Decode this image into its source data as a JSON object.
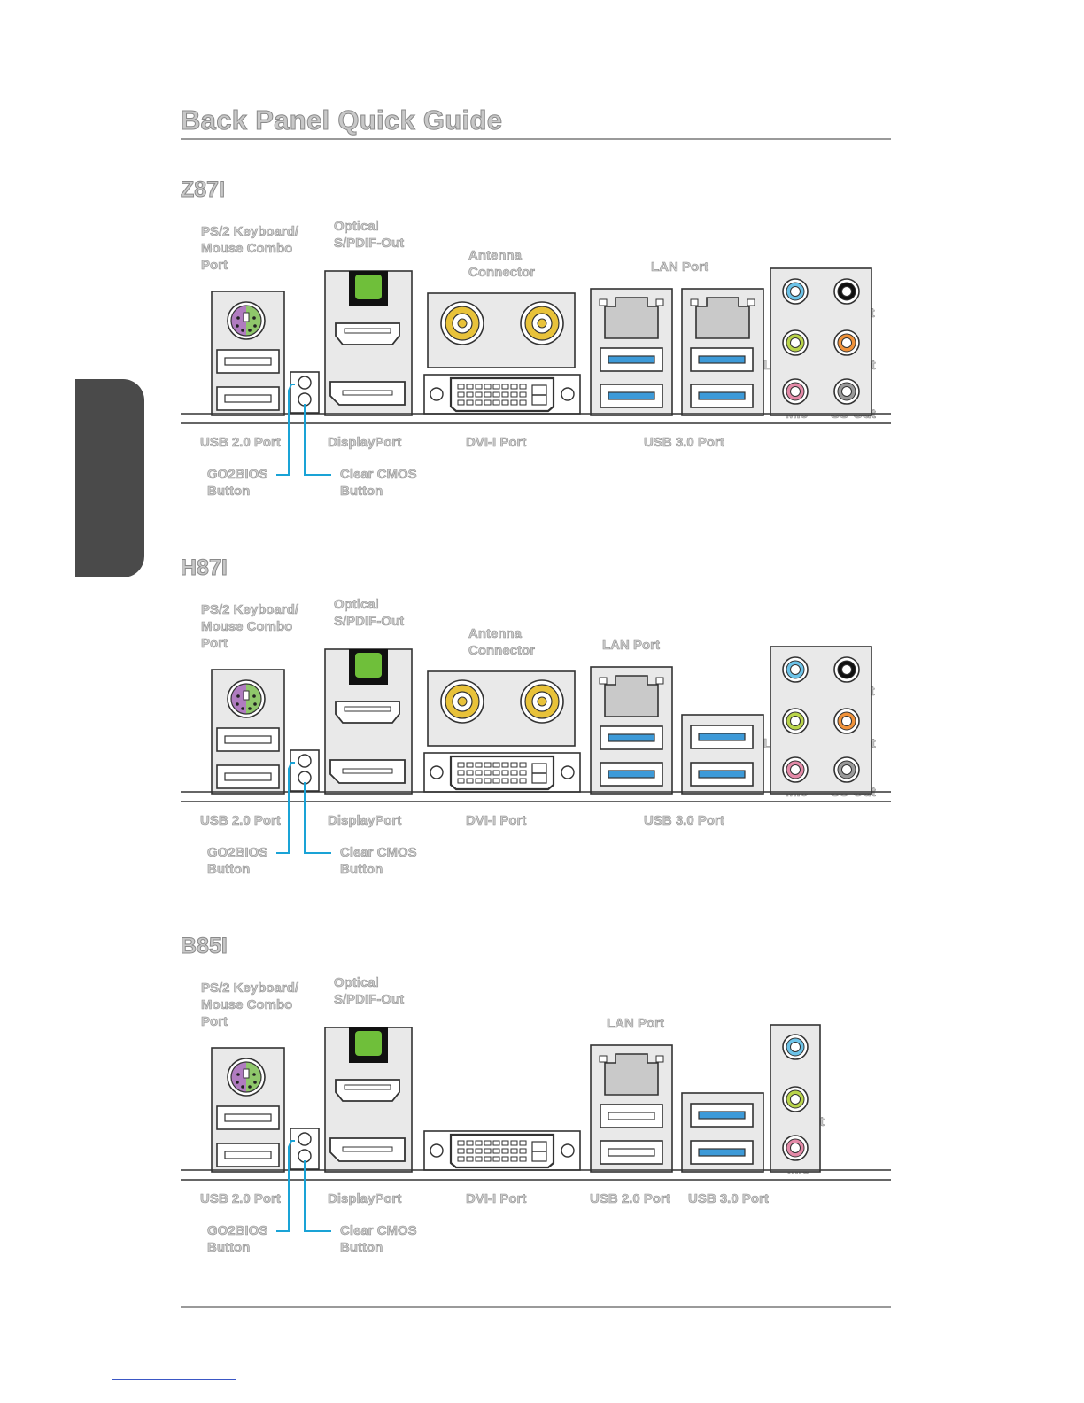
{
  "header": {
    "title": "Back Panel Quick Guide"
  },
  "sections": [
    {
      "model": "Z87I",
      "labels": {
        "ps2": "PS/2 Keyboard/\nMouse Combo\nPort",
        "optical": "Optical\nS/PDIF-Out",
        "antenna": "Antenna\nConnector",
        "lan": "LAN Port",
        "hdmi": "HDMI",
        "usb2": "USB 2.0 Port",
        "displayport": "DisplayPort",
        "dvi": "DVI-I Port",
        "usb3": "USB 3.0 Port",
        "go2bios": "GO2BIOS\nButton",
        "clearcmos": "Clear CMOS\nButton",
        "line_in": "Line-In",
        "rs_out": "RS-Out",
        "line_out": "Line-Out",
        "cs_out": "CS-Out",
        "mic": "Mic",
        "ss_out": "SS-Out"
      }
    },
    {
      "model": "H87I",
      "labels": {
        "ps2": "PS/2 Keyboard/\nMouse Combo\nPort",
        "optical": "Optical\nS/PDIF-Out",
        "antenna": "Antenna\nConnector",
        "lan": "LAN Port",
        "hdmi": "HDMI",
        "usb2": "USB 2.0 Port",
        "displayport": "DisplayPort",
        "dvi": "DVI-I Port",
        "usb3": "USB 3.0 Port",
        "go2bios": "GO2BIOS\nButton",
        "clearcmos": "Clear CMOS\nButton",
        "line_in": "Line-In",
        "rs_out": "RS-Out",
        "line_out": "Line-Out",
        "cs_out": "CS-Out",
        "mic": "Mic",
        "ss_out": "SS-Out"
      }
    },
    {
      "model": "B85I",
      "labels": {
        "ps2": "PS/2 Keyboard/\nMouse Combo\nPort",
        "optical": "Optical\nS/PDIF-Out",
        "lan": "LAN Port",
        "hdmi": "HDMI",
        "usb2": "USB 2.0 Port",
        "displayport": "DisplayPort",
        "dvi": "DVI-I Port",
        "usb2_b": "USB 2.0 Port",
        "usb3": "USB 3.0 Port",
        "go2bios": "GO2BIOS\nButton",
        "clearcmos": "Clear CMOS\nButton",
        "line_in": "Line-In",
        "line_out": "Line-Out",
        "mic": "Mic"
      }
    }
  ],
  "colors": {
    "accent": "#1aa3d6",
    "ps2_purple": "#b07cc0",
    "ps2_green": "#8fc76b",
    "optical_green": "#6fbf3a",
    "antenna_gold": "#e8c23a",
    "usb3_blue": "#3d9ad8",
    "audio_blue": "#6cc3e8",
    "audio_green": "#b9d44a",
    "audio_pink": "#e48aa8",
    "audio_orange": "#f0923a",
    "audio_gray": "#9a9a9a",
    "audio_black": "#111111"
  }
}
